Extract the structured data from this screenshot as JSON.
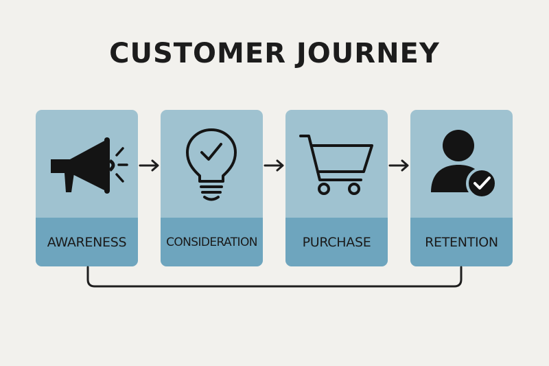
{
  "title": "CUSTOMER JOURNEY",
  "stages": [
    {
      "label": "AWARENESS",
      "icon": "megaphone-icon"
    },
    {
      "label": "CONSIDERATION",
      "icon": "lightbulb-check-icon"
    },
    {
      "label": "PURCHASE",
      "icon": "shopping-cart-icon"
    },
    {
      "label": "RETENTION",
      "icon": "user-check-icon"
    }
  ],
  "colors": {
    "background": "#f2f1ed",
    "card": "#9fc2d0",
    "label_bar": "#6ea5be",
    "ink": "#1a1a1a"
  }
}
